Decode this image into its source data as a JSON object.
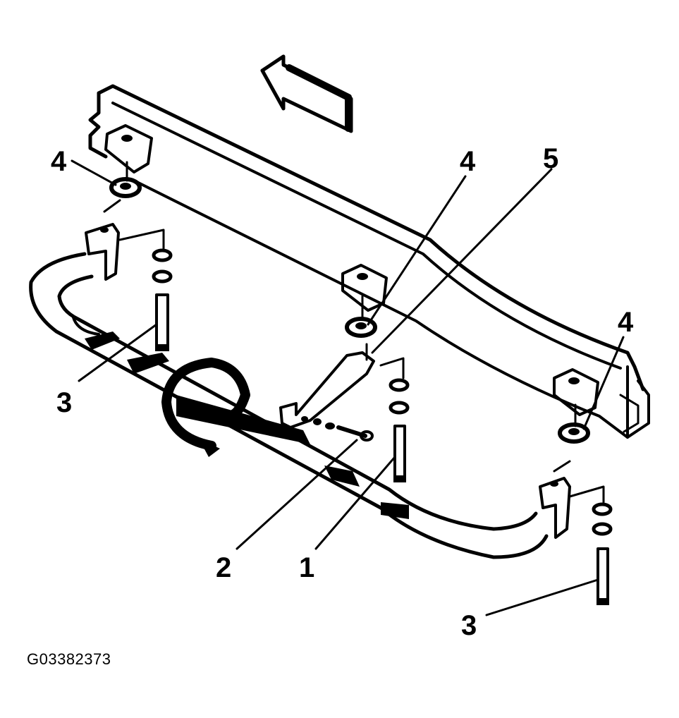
{
  "figure_id": "G03382373",
  "callouts": {
    "c4_left": "4",
    "c4_mid": "4",
    "c5": "5",
    "c4_right": "4",
    "c3_left": "3",
    "c2": "2",
    "c1": "1",
    "c3_right": "3"
  },
  "icons": {
    "direction_arrow": "front-direction-arrow-icon",
    "rotation_arrow": "rotation-arrow-icon"
  },
  "colors": {
    "ink": "#000000",
    "paper": "#ffffff"
  }
}
